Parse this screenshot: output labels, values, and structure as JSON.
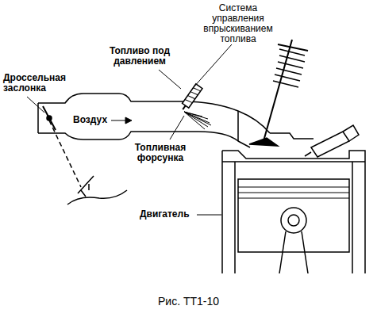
{
  "diagram": {
    "caption": "Рис. ТТ1-10",
    "labels": [
      "Система управления впрыскиванием топлива",
      "Топливо под давлением",
      "Дроссельная заслонка",
      "Воздух",
      "Топливная форсунка",
      "Двигатель"
    ]
  }
}
